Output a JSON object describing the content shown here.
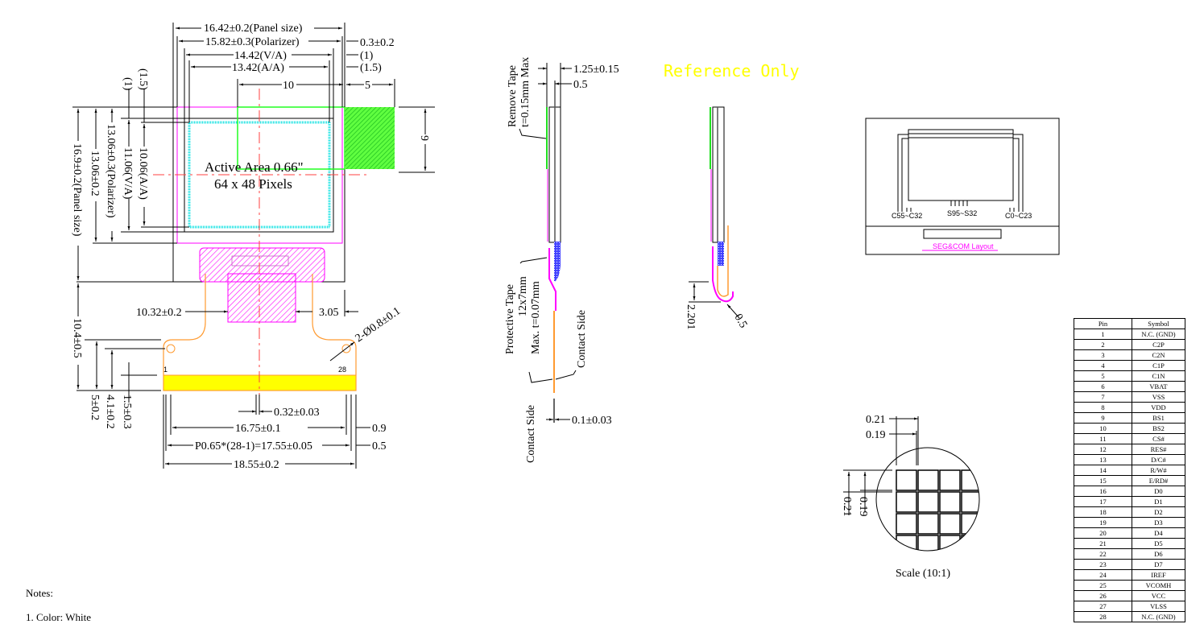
{
  "reference_label": "Reference Only",
  "front_view": {
    "dims_top": [
      "16.42±0.2(Panel size)",
      "15.82±0.3(Polarizer)",
      "14.42(V/A)",
      "13.42(A/A)",
      "10",
      "5",
      "0.3±0.2",
      "(1)",
      "(1.5)"
    ],
    "dims_left": [
      "16.9±0.2(Panel size)",
      "13.06±0.2",
      "13.06±0.3(Polarizer)",
      "11.06(V/A)",
      "10.06(A/A)",
      "(1)",
      "(1.5)"
    ],
    "dim_right": "9",
    "active_area": "Active Area 0.66\"",
    "pixels": "64 x 48 Pixels",
    "fpc_dims": [
      "10.32±0.2",
      "3.05",
      "10.4±0.5",
      "5±0.2",
      "4.1±0.2",
      "1.5±0.3",
      "0.32±0.03",
      "16.75±0.1",
      "0.9",
      "P0.65*(28-1)=17.55±0.05",
      "0.5",
      "18.55±0.2",
      "2-Ø0.8±0.1"
    ],
    "pin_first": "1",
    "pin_last": "28"
  },
  "side_view": {
    "dims": [
      "1.25±0.15",
      "0.5",
      "0.1±0.03"
    ],
    "remove_tape": [
      "Remove Tape",
      "t=0.15mm Max"
    ],
    "protective_tape": [
      "Protective Tape",
      "12x7mm",
      "Max. t=0.07mm"
    ],
    "contact_side_1": "Contact Side",
    "contact_side_2": "Contact Side"
  },
  "bent_view": {
    "dims": [
      "2.201",
      "0.5"
    ]
  },
  "layout": {
    "labels": [
      "C55~C32",
      "S95~S32",
      "C0~C23"
    ],
    "caption": "SEG&COM Layout"
  },
  "pixel_detail": {
    "dims": [
      "0.21",
      "0.19",
      "0.21",
      "0.19"
    ],
    "scale": "Scale (10:1)"
  },
  "pin_table": {
    "headers": [
      "Pin",
      "Symbol"
    ],
    "rows": [
      [
        "1",
        "N.C. (GND)"
      ],
      [
        "2",
        "C2P"
      ],
      [
        "3",
        "C2N"
      ],
      [
        "4",
        "C1P"
      ],
      [
        "5",
        "C1N"
      ],
      [
        "6",
        "VBAT"
      ],
      [
        "7",
        "VSS"
      ],
      [
        "8",
        "VDD"
      ],
      [
        "9",
        "BS1"
      ],
      [
        "10",
        "BS2"
      ],
      [
        "11",
        "CS#"
      ],
      [
        "12",
        "RES#"
      ],
      [
        "13",
        "D/C#"
      ],
      [
        "14",
        "R/W#"
      ],
      [
        "15",
        "E/RD#"
      ],
      [
        "16",
        "D0"
      ],
      [
        "17",
        "D1"
      ],
      [
        "18",
        "D2"
      ],
      [
        "19",
        "D3"
      ],
      [
        "20",
        "D4"
      ],
      [
        "21",
        "D5"
      ],
      [
        "22",
        "D6"
      ],
      [
        "23",
        "D7"
      ],
      [
        "24",
        "IREF"
      ],
      [
        "25",
        "VCOMH"
      ],
      [
        "26",
        "VCC"
      ],
      [
        "27",
        "VLSS"
      ],
      [
        "28",
        "N.C. (GND)"
      ]
    ]
  },
  "notes": {
    "title": "Notes:",
    "items": [
      "1. Color: White"
    ]
  }
}
